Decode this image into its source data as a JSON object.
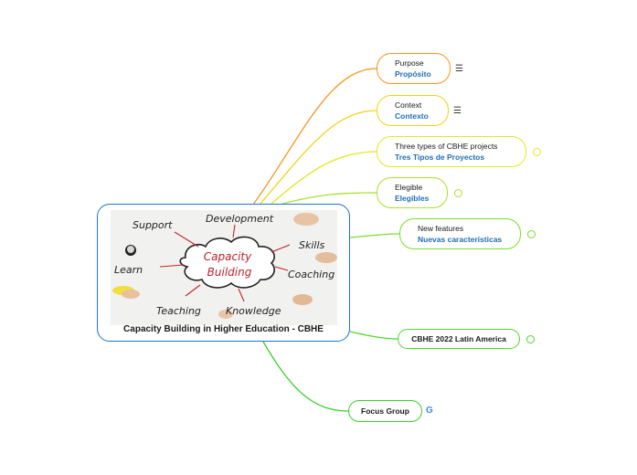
{
  "central": {
    "title": "Capacity Building in Higher Education - CBHE",
    "image_words": {
      "center_top": "Capacity",
      "center_bottom": "Building",
      "support": "Support",
      "development": "Development",
      "skills": "Skills",
      "learn": "Learn",
      "coaching": "Coaching",
      "teaching": "Teaching",
      "knowledge": "Knowledge"
    }
  },
  "topics": [
    {
      "en": "Purpose",
      "es": "Propósito",
      "color": "#f7941d"
    },
    {
      "en": "Context",
      "es": "Contexto",
      "color": "#f2d21b"
    },
    {
      "en": "Three types of CBHE projects",
      "es": "Tres Tipos de Proyectos",
      "color": "#e4e81f"
    },
    {
      "en": "Elegible",
      "es": "Elegibles",
      "color": "#a8e22a"
    },
    {
      "en": "New features",
      "es": "Nuevas características",
      "color": "#79df28"
    },
    {
      "en": "CBHE 2022 Latin America",
      "color": "#52d62b"
    },
    {
      "en": "Focus Group",
      "color": "#3dcd2e"
    }
  ],
  "icons": {
    "notes": "notes-icon",
    "collapse": "collapse-circle-icon",
    "google": "google-icon"
  }
}
